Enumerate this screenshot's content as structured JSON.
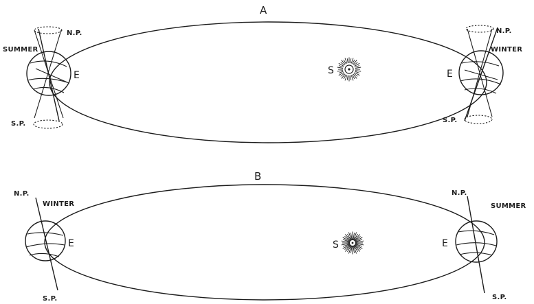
{
  "panel_a": {
    "label": "A",
    "sun": "S",
    "left_earth": {
      "earth": "E",
      "season": "SUMMER",
      "north_pole": "N.P.",
      "south_pole": "S.P."
    },
    "right_earth": {
      "earth": "E",
      "season": "WINTER",
      "north_pole": "N.P.",
      "south_pole": "S.P."
    }
  },
  "panel_b": {
    "label": "B",
    "sun": "S",
    "left_earth": {
      "earth": "E",
      "season": "WINTER",
      "north_pole": "N.P.",
      "south_pole": "S.P."
    },
    "right_earth": {
      "earth": "E",
      "season": "SUMMER",
      "north_pole": "N.P.",
      "south_pole": "S.P."
    }
  }
}
